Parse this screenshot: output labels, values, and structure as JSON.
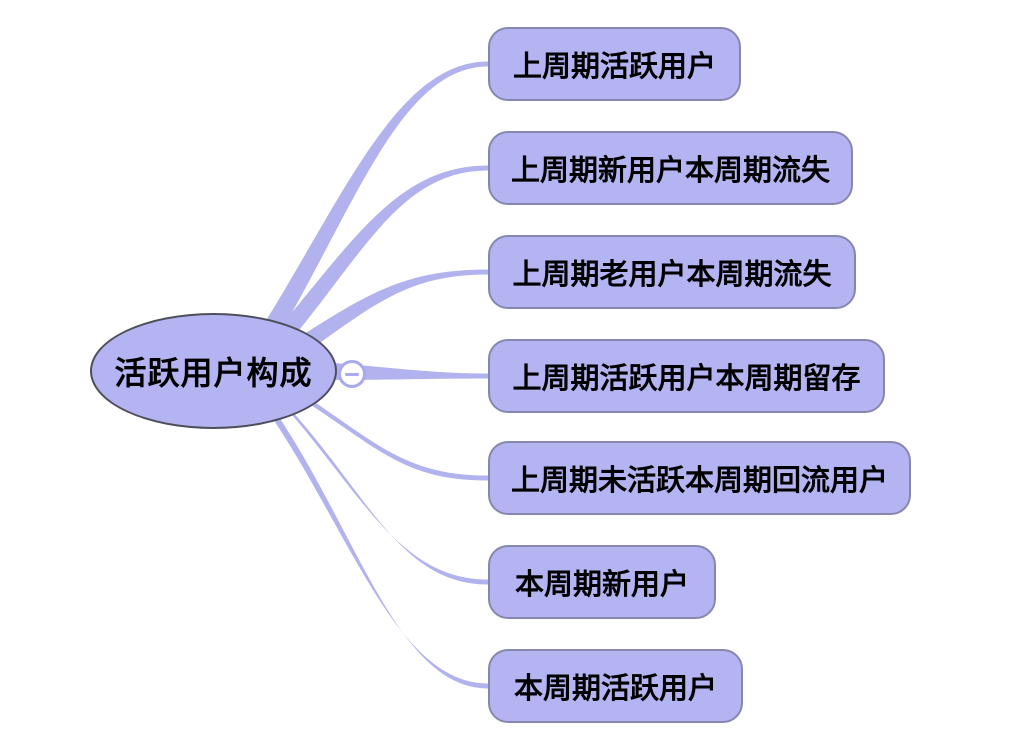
{
  "colors": {
    "background": "#ffffff",
    "node_fill": "#b4b4f2",
    "topic_border": "#8787ad",
    "root_border": "#4f4f5c",
    "connector": "#b2b2ef",
    "collapse_accent": "#a9a9ee",
    "text": "#000000"
  },
  "mindmap": {
    "root": {
      "label": "活跃用户构成"
    },
    "collapse_control": {
      "icon": "minus-icon",
      "symbol": "−",
      "state": "expanded"
    },
    "children": [
      {
        "label": "上周期活跃用户"
      },
      {
        "label": "上周期新用户本周期流失"
      },
      {
        "label": "上周期老用户本周期流失"
      },
      {
        "label": "上周期活跃用户本周期留存"
      },
      {
        "label": "上周期未活跃本周期回流用户"
      },
      {
        "label": "本周期新用户"
      },
      {
        "label": "本周期活跃用户"
      }
    ]
  }
}
